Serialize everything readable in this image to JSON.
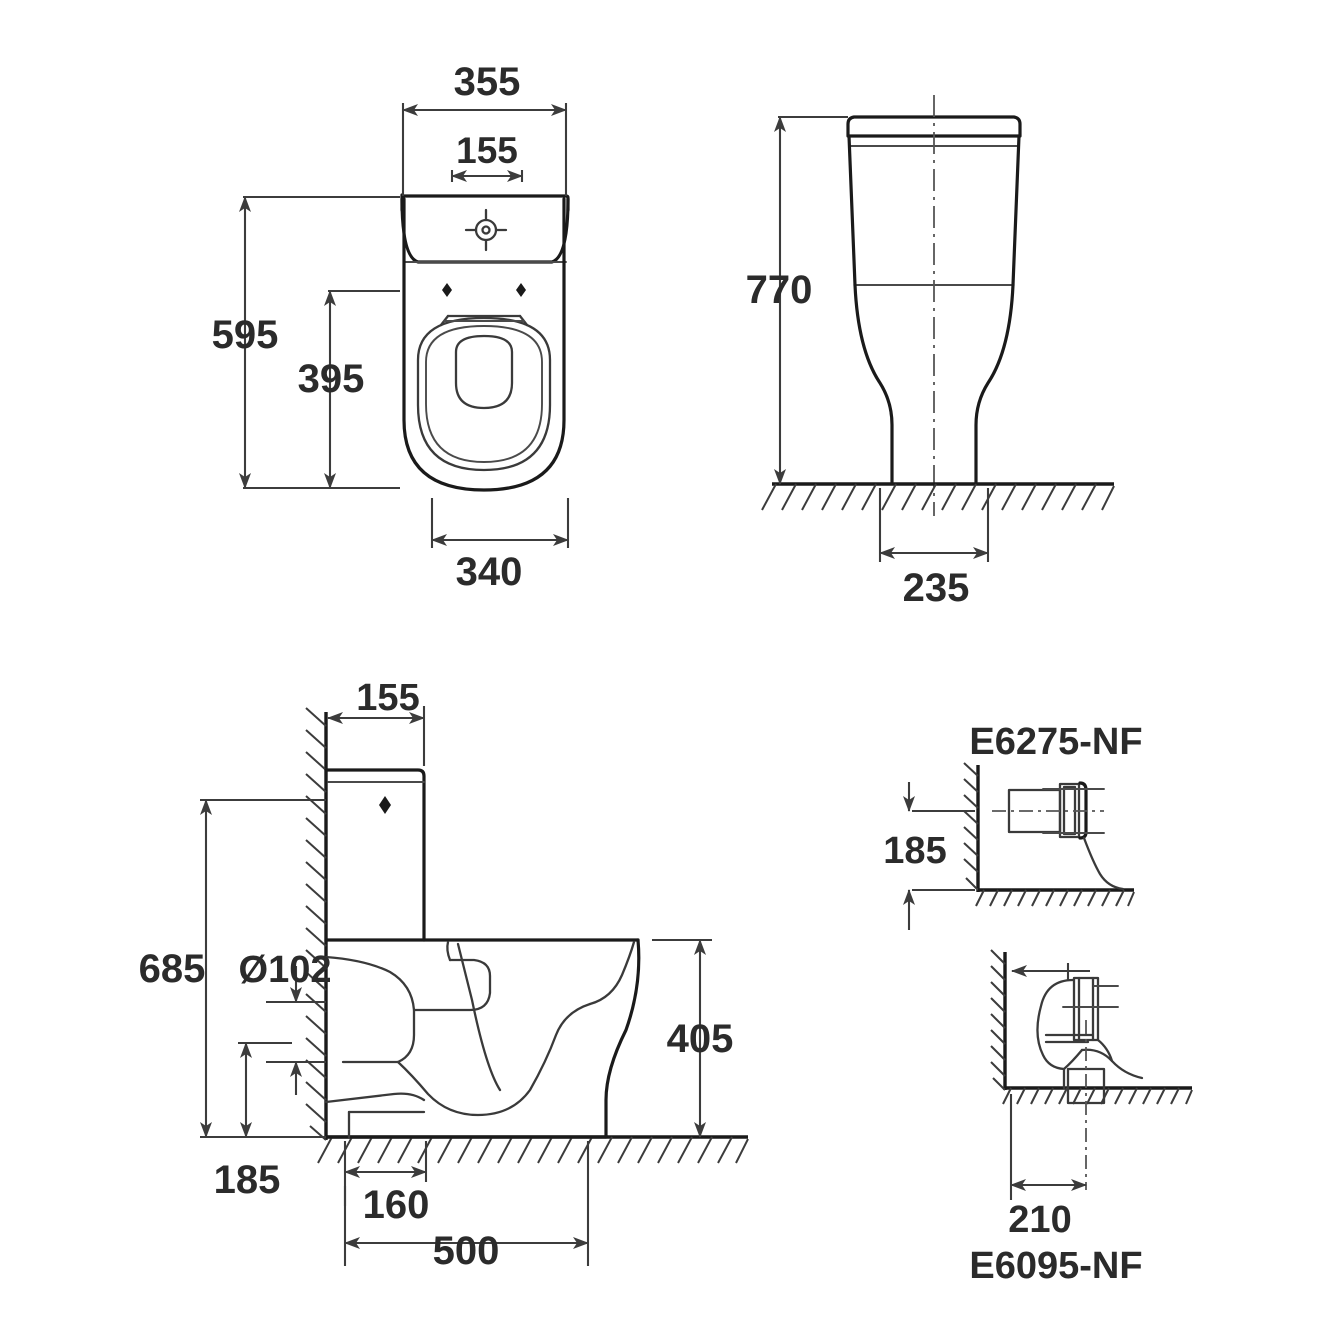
{
  "drawing": {
    "title": "Close-coupled WC technical drawing",
    "units": "mm",
    "line_color": "#1a1a1a",
    "dim_color": "#3c3c3c"
  },
  "views": {
    "plan": {
      "name": "Top plan view",
      "dimensions": {
        "overall_width": "355",
        "flush_button_width": "155",
        "overall_depth": "595",
        "bowl_depth": "395",
        "bowl_width": "340"
      }
    },
    "front": {
      "name": "Front elevation",
      "dimensions": {
        "overall_height": "770",
        "foot_width": "235"
      }
    },
    "side": {
      "name": "Side section elevation",
      "dimensions": {
        "cistern_depth": "155",
        "cistern_height": "685",
        "outlet_diameter": "Ø102",
        "outlet_centre_height": "185",
        "seat_height": "405",
        "foot_depth": "160",
        "overall_projection": "500"
      }
    },
    "detail_top": {
      "name": "Horizontal outlet connector detail",
      "label": "E6275-NF",
      "dimensions": {
        "outlet_height": "185"
      }
    },
    "detail_bottom": {
      "name": "Bottom outlet connector detail",
      "label": "E6095-NF",
      "dimensions": {
        "outlet_projection": "210"
      }
    }
  },
  "labels": {
    "d_355": "355",
    "d_155_plan": "155",
    "d_595": "595",
    "d_395": "395",
    "d_340": "340",
    "d_770": "770",
    "d_235": "235",
    "d_155_side": "155",
    "d_685": "685",
    "d_102": "Ø102",
    "d_185_side": "185",
    "d_405": "405",
    "d_160": "160",
    "d_500": "500",
    "d_185_detail": "185",
    "d_210": "210",
    "part_e6275": "E6275-NF",
    "part_e6095": "E6095-NF"
  }
}
